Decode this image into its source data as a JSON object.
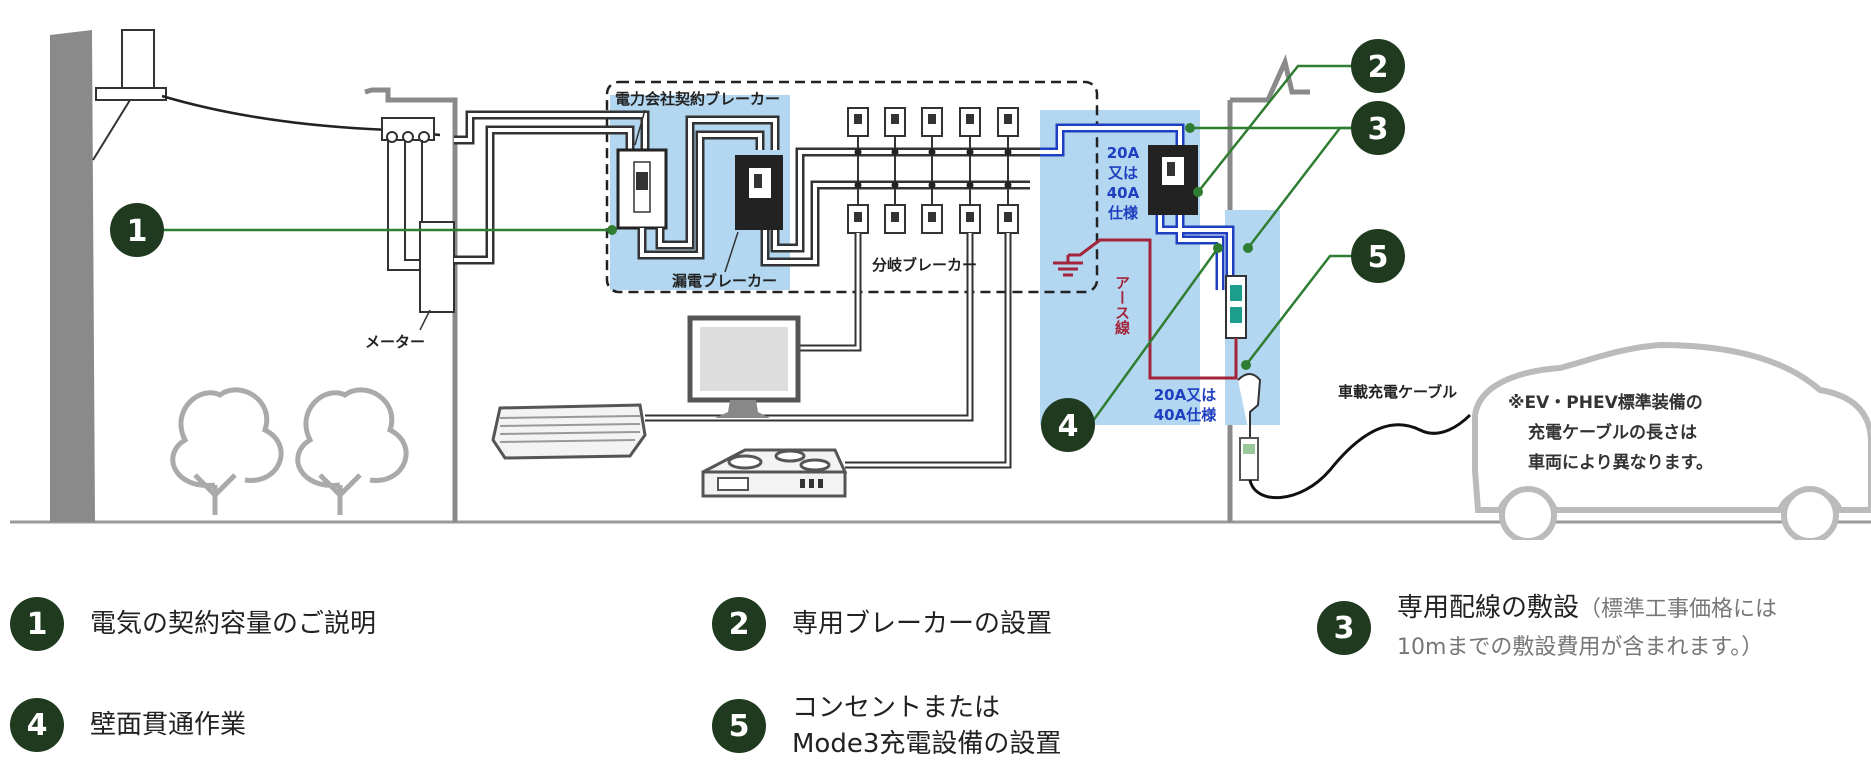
{
  "markers": [
    "1",
    "2",
    "3",
    "4",
    "5"
  ],
  "labels": {
    "contract_breaker": "電力会社契約ブレーカー",
    "leak_breaker": "漏電ブレーカー",
    "branch_breaker": "分岐ブレーカー",
    "meter": "メーター",
    "spec_20_40_line1": "20A",
    "spec_20_40_line2": "又は",
    "spec_20_40_line3": "40A",
    "spec_20_40_line4": "仕様",
    "earth_wire": "アース線",
    "spec_bottom_line1": "20A又は",
    "spec_bottom_line2": "40A仕様",
    "vehicle_cable": "車載充電ケーブル",
    "car_note_line1": "※EV・PHEV標準装備の",
    "car_note_line2": "充電ケーブルの長さは",
    "car_note_line3": "車両により異なります。"
  },
  "legend": {
    "item1": "電気の契約容量のご説明",
    "item2": "専用ブレーカーの設置",
    "item3_main": "専用配線の敷設",
    "item3_note1": "（標準工事価格には",
    "item3_note2": "10mまでの敷設費用が含まれます。）",
    "item4": "壁面貫通作業",
    "item5_line1": "コンセントまたは",
    "item5_line2": "Mode3充電設備の設置"
  },
  "colors": {
    "marker": "#1f3a1f",
    "leader": "#2e7d32",
    "highlight": "#b3d7f0",
    "wire_blue": "#1e3fbf",
    "earth": "#a3243b",
    "structure": "#8a8a8a"
  }
}
